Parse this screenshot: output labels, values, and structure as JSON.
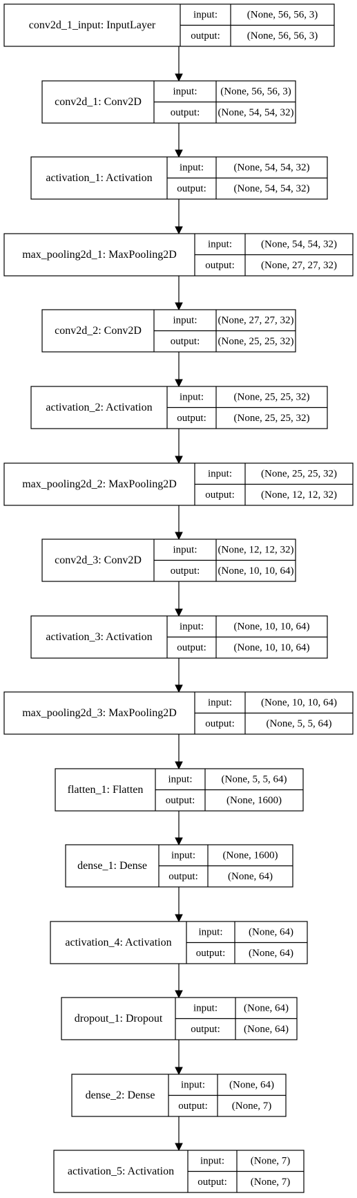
{
  "headers": {
    "input": "input:",
    "output": "output:"
  },
  "layers": [
    {
      "name": "conv2d_1_input: InputLayer",
      "input": "(None, 56, 56, 3)",
      "output": "(None, 56, 56, 3)"
    },
    {
      "name": "conv2d_1: Conv2D",
      "input": "(None, 56, 56, 3)",
      "output": "(None, 54, 54, 32)"
    },
    {
      "name": "activation_1: Activation",
      "input": "(None, 54, 54, 32)",
      "output": "(None, 54, 54, 32)"
    },
    {
      "name": "max_pooling2d_1: MaxPooling2D",
      "input": "(None, 54, 54, 32)",
      "output": "(None, 27, 27, 32)"
    },
    {
      "name": "conv2d_2: Conv2D",
      "input": "(None, 27, 27, 32)",
      "output": "(None, 25, 25, 32)"
    },
    {
      "name": "activation_2: Activation",
      "input": "(None, 25, 25, 32)",
      "output": "(None, 25, 25, 32)"
    },
    {
      "name": "max_pooling2d_2: MaxPooling2D",
      "input": "(None, 25, 25, 32)",
      "output": "(None, 12, 12, 32)"
    },
    {
      "name": "conv2d_3: Conv2D",
      "input": "(None, 12, 12, 32)",
      "output": "(None, 10, 10, 64)"
    },
    {
      "name": "activation_3: Activation",
      "input": "(None, 10, 10, 64)",
      "output": "(None, 10, 10, 64)"
    },
    {
      "name": "max_pooling2d_3: MaxPooling2D",
      "input": "(None, 10, 10, 64)",
      "output": "(None, 5, 5, 64)"
    },
    {
      "name": "flatten_1: Flatten",
      "input": "(None, 5, 5, 64)",
      "output": "(None, 1600)"
    },
    {
      "name": "dense_1: Dense",
      "input": "(None, 1600)",
      "output": "(None, 64)"
    },
    {
      "name": "activation_4: Activation",
      "input": "(None, 64)",
      "output": "(None, 64)"
    },
    {
      "name": "dropout_1: Dropout",
      "input": "(None, 64)",
      "output": "(None, 64)"
    },
    {
      "name": "dense_2: Dense",
      "input": "(None, 64)",
      "output": "(None, 7)"
    },
    {
      "name": "activation_5: Activation",
      "input": "(None, 7)",
      "output": "(None, 7)"
    }
  ]
}
